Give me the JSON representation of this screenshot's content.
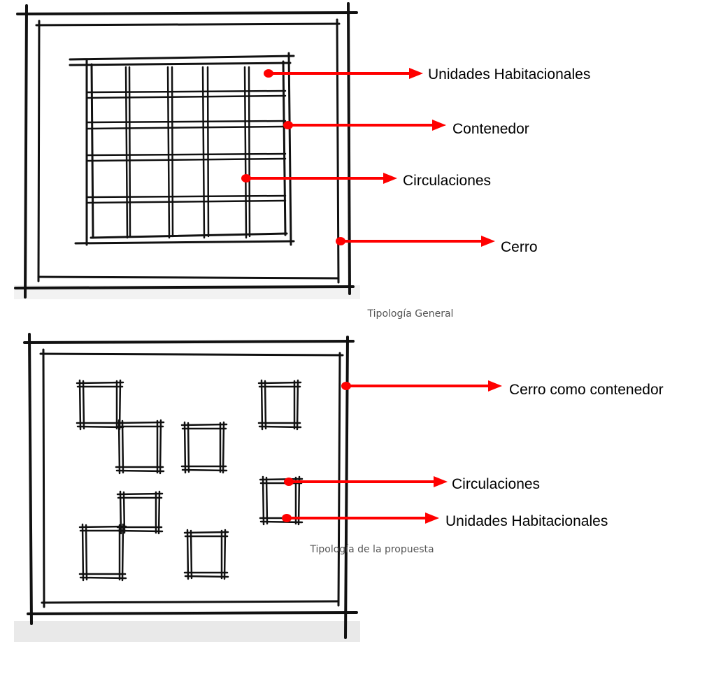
{
  "top_diagram": {
    "labels": {
      "units": "Unidades Habitacionales",
      "container": "Contenedor",
      "circulations": "Circulaciones",
      "hill": "Cerro"
    },
    "caption": "Tipología General"
  },
  "bottom_diagram": {
    "labels": {
      "hill_container": "Cerro como contenedor",
      "circulations": "Circulaciones",
      "units": "Unidades Habitacionales"
    },
    "caption": "Tipología de la propuesta"
  },
  "colors": {
    "arrow": "#ff0000",
    "ink": "#111111",
    "caption": "#555555"
  }
}
